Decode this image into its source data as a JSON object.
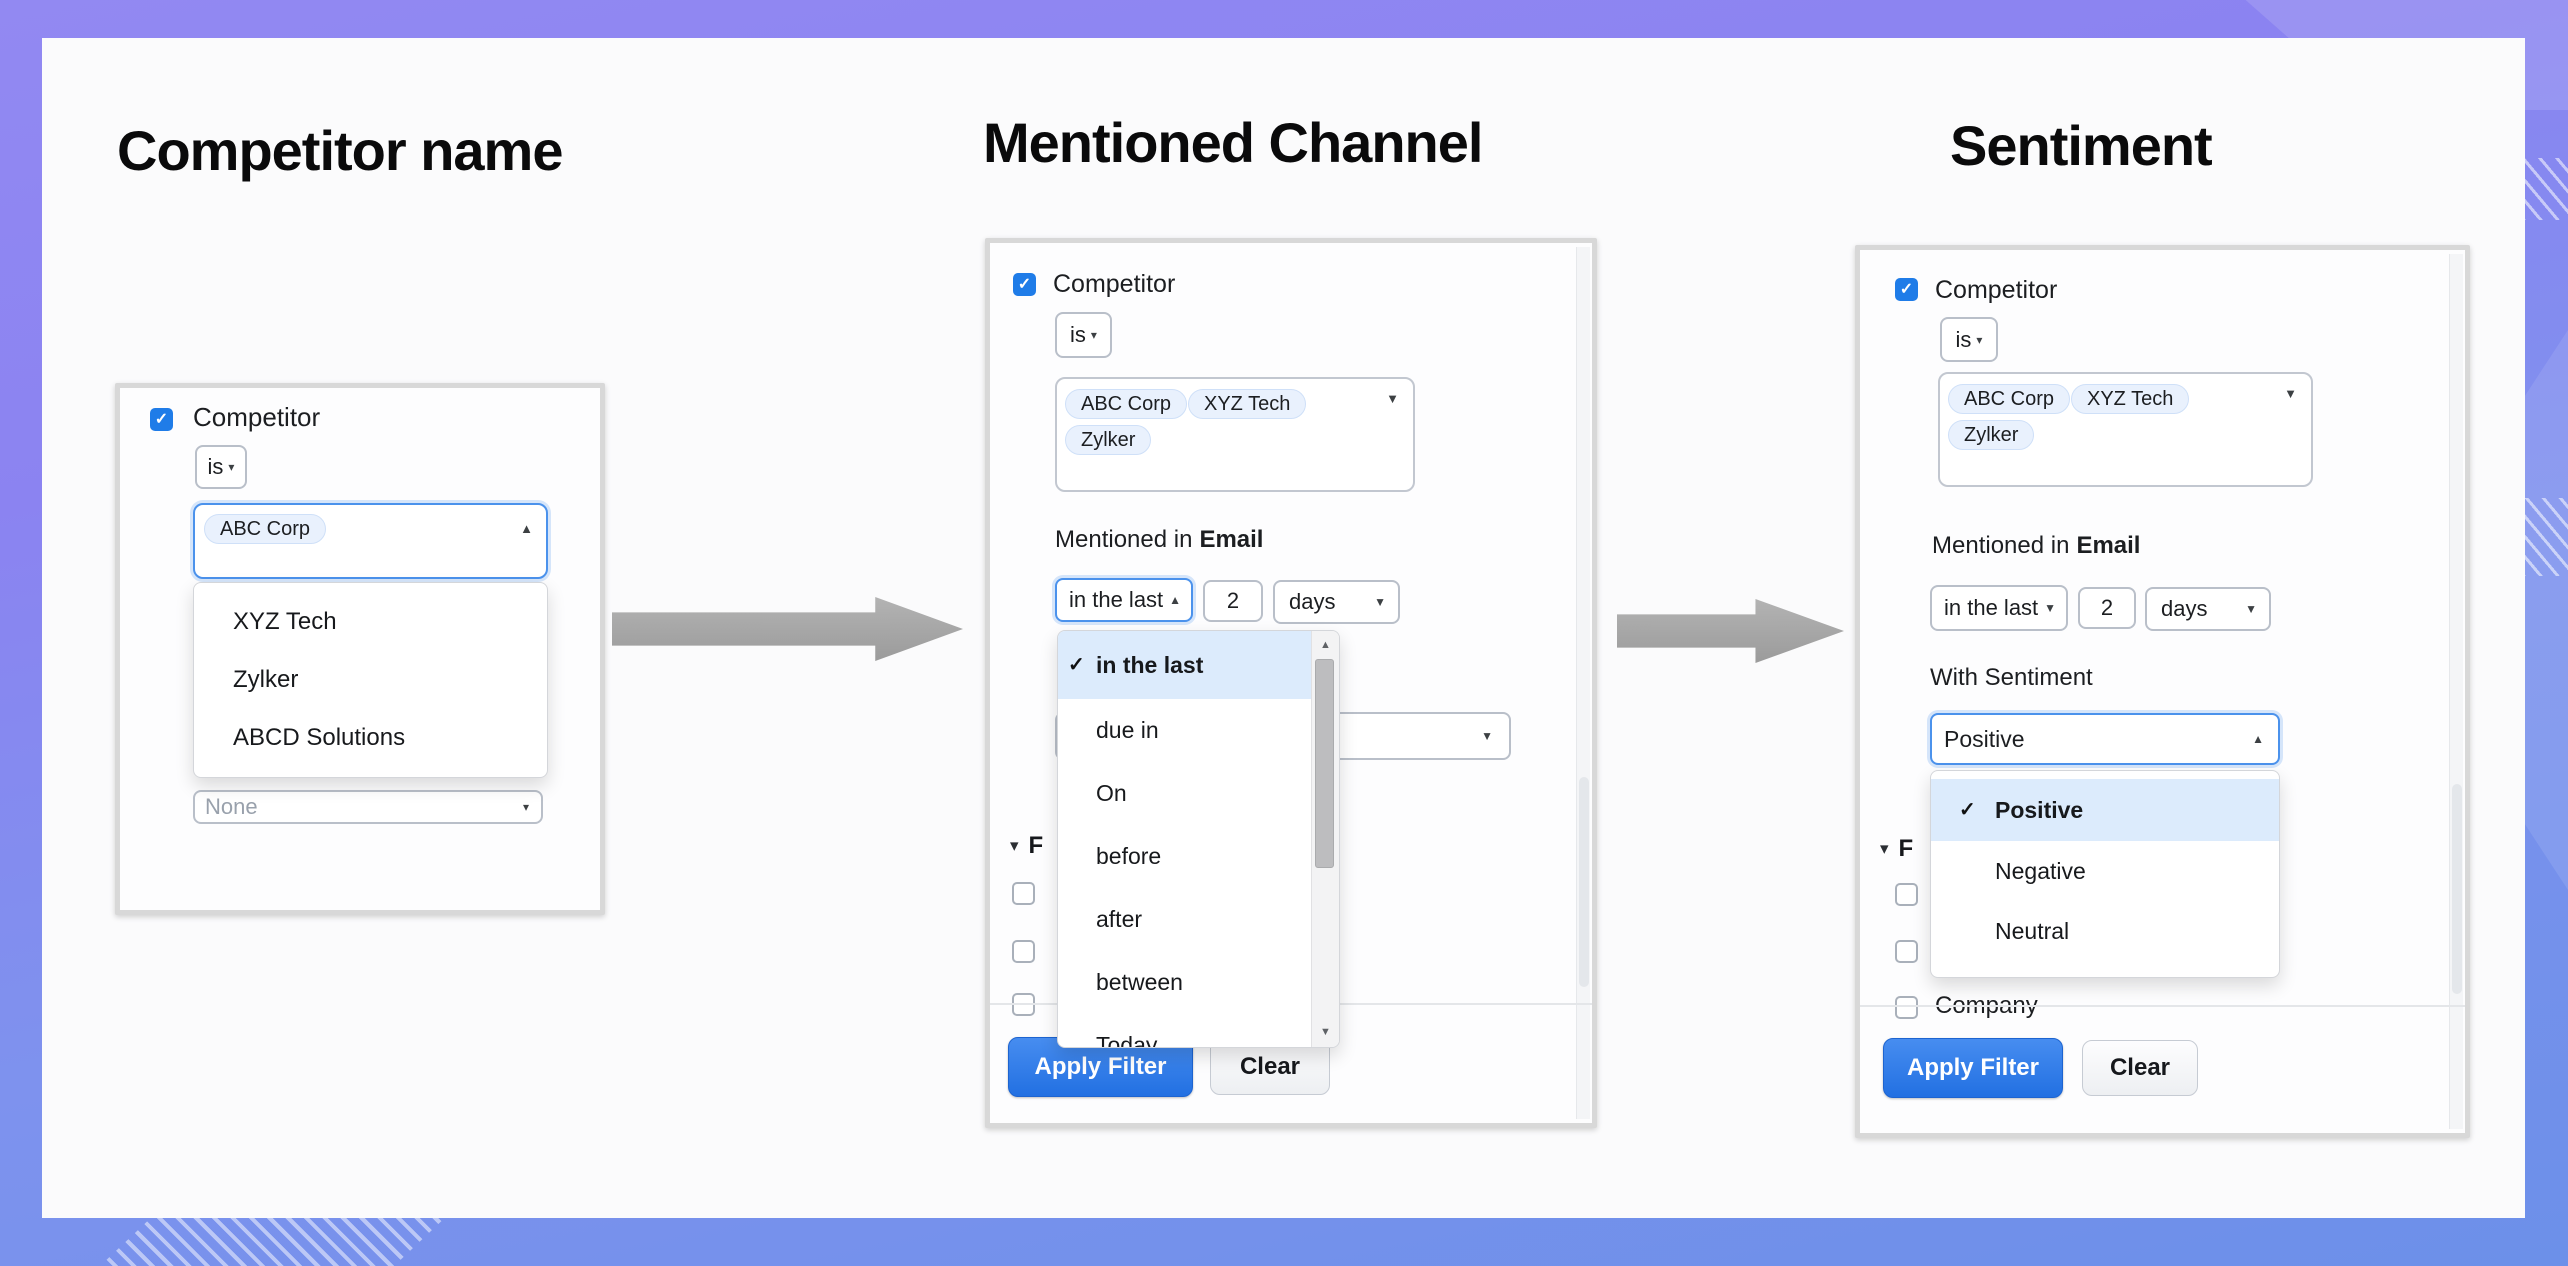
{
  "colors": {
    "background_top": "#9289f2",
    "background_bottom": "#6c90e9",
    "checkbox_blue": "#1f7ce8",
    "primary_button_blue": "#2270e2",
    "focus_border_blue": "#4b92ec",
    "chip_background": "#e9f1fd",
    "highlight_row": "#dcebfc",
    "panel_frame": "#d8d8d8"
  },
  "icons": {
    "check": "✓",
    "chevron_down": "▾",
    "chevron_up": "▴",
    "caret_down": "▼",
    "caret_up": "▲",
    "collapse_down": "▾"
  },
  "sections": [
    {
      "title": "Competitor name"
    },
    {
      "title": "Mentioned Channel"
    },
    {
      "title": "Sentiment"
    }
  ],
  "panel1": {
    "field_label": "Competitor",
    "operator": "is",
    "selected_values": [
      "ABC Corp"
    ],
    "options": [
      "XYZ Tech",
      "Zylker",
      "ABCD Solutions"
    ],
    "secondary_field_placeholder": "None"
  },
  "panel2": {
    "field_label": "Competitor",
    "operator": "is",
    "selected_values": [
      "ABC Corp",
      "XYZ Tech",
      "Zylker"
    ],
    "mentioned_in_label": "Mentioned in",
    "mentioned_channel": "Email",
    "time_operator": "in the last",
    "time_value": "2",
    "time_unit": "days",
    "time_operator_options": [
      "in the last",
      "due in",
      "On",
      "before",
      "after",
      "between",
      "Today"
    ],
    "collapsed_section_label": "F",
    "apply_label": "Apply Filter",
    "clear_label": "Clear"
  },
  "panel3": {
    "field_label": "Competitor",
    "operator": "is",
    "selected_values": [
      "ABC Corp",
      "XYZ Tech",
      "Zylker"
    ],
    "mentioned_in_label": "Mentioned in",
    "mentioned_channel": "Email",
    "time_operator": "in the last",
    "time_value": "2",
    "time_unit": "days",
    "with_sentiment_label": "With Sentiment",
    "sentiment_value": "Positive",
    "sentiment_options": [
      "Positive",
      "Negative",
      "Neutral"
    ],
    "company_label": "Company",
    "apply_label": "Apply Filter",
    "clear_label": "Clear"
  }
}
